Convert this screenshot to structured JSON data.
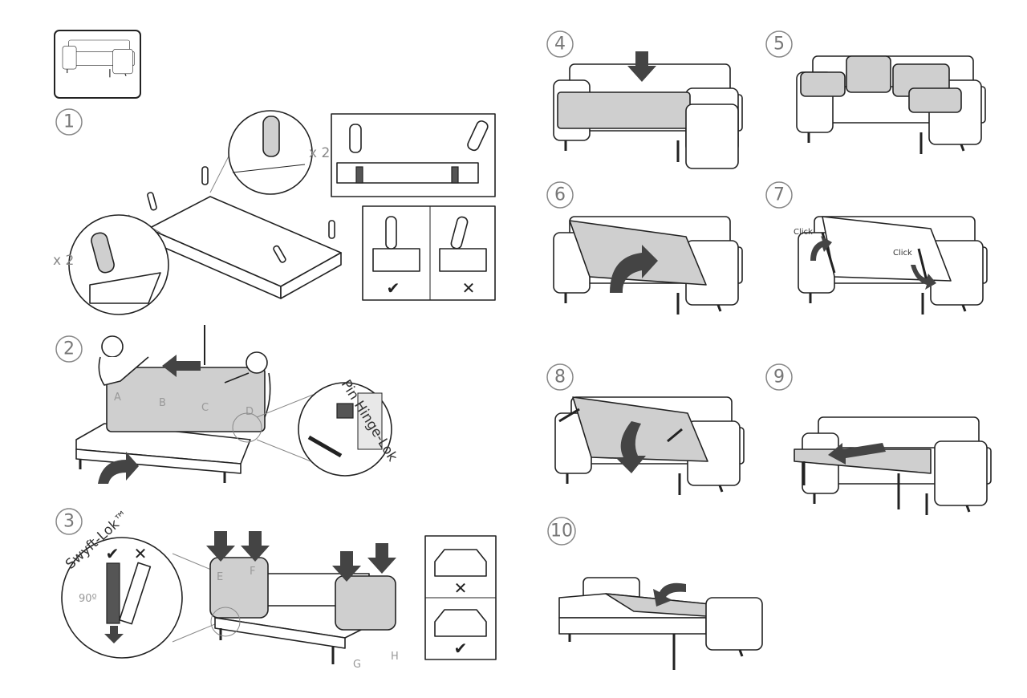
{
  "steps": [
    "1",
    "2",
    "3",
    "4",
    "5",
    "6",
    "7",
    "8",
    "9",
    "10"
  ],
  "step1": {
    "qty_a": "x 2",
    "qty_b": "x 2",
    "correct": "✔",
    "wrong": "✕"
  },
  "step2": {
    "labels": [
      "A",
      "B",
      "C",
      "D"
    ],
    "callout": "Pin Hinge-Lok"
  },
  "step3": {
    "callout": "Swyft-Lok™",
    "angle": "90º",
    "labels": [
      "E",
      "F",
      "G",
      "H"
    ],
    "correct": "✔",
    "wrong": "✕",
    "zoom_correct": "✔",
    "zoom_wrong": "✕"
  },
  "step7": {
    "click_left": "Click",
    "click_right": "Click"
  },
  "colors": {
    "line": "#222222",
    "fill": "#cfcfcf",
    "label": "#999999"
  }
}
